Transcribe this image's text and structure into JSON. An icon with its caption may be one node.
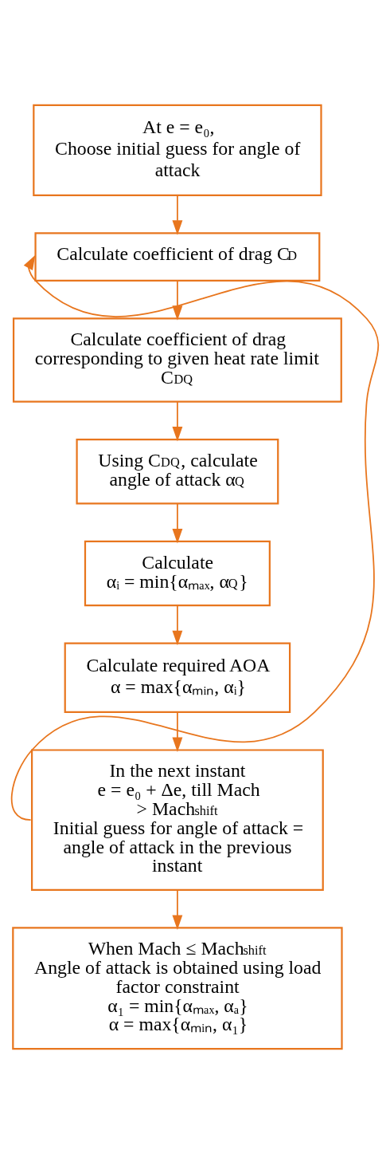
{
  "diagram": {
    "nodes": [
      {
        "text": [
          "At e = e₀,",
          "Choose initial guess for angle of attack"
        ]
      },
      {
        "text": [
          "Calculate coefficient of drag C$_{D}$"
        ]
      },
      {
        "text": [
          "Calculate coefficient of drag corresponding to given heat rate limit C$_{DQ}$"
        ]
      },
      {
        "text": [
          "Using C$_{DQ}$, calculate angle of attack α$_{Q}$"
        ]
      },
      {
        "text": [
          "Calculate",
          "αᵢ = min{αₘₐₓ, α$_{Q}$}"
        ]
      },
      {
        "text": [
          "Calculate required AOA",
          "α = max{αₘᵢₙ, αᵢ}"
        ]
      },
      {
        "text": [
          "In the next instant",
          "e = e₀ + Δe, till Mach > Mach$_{shift}$",
          "Initial guess for angle of attack = angle of attack in the previous instant"
        ]
      },
      {
        "text": [
          "When Mach ≤ Mach$_{shift}$",
          "Angle of attack is obtained using load factor constraint",
          "α₁ = min{αₘₐₓ, αₐ}",
          "α = max{αₘᵢₙ, α₁}"
        ]
      }
    ],
    "edges": [
      {
        "from": 0,
        "to": 1,
        "arrow": "to"
      },
      {
        "from": 1,
        "to": 2,
        "arrow": "to"
      },
      {
        "from": 2,
        "to": 3,
        "arrow": "to"
      },
      {
        "from": 3,
        "to": 4,
        "arrow": "to"
      },
      {
        "from": 4,
        "to": 5,
        "arrow": "to"
      },
      {
        "from": 5,
        "to": 6,
        "arrow": "to"
      },
      {
        "from": 6,
        "to": 1,
        "arrow": "to"
      },
      {
        "from": 6,
        "to": 7,
        "arrow": "to"
      }
    ]
  }
}
